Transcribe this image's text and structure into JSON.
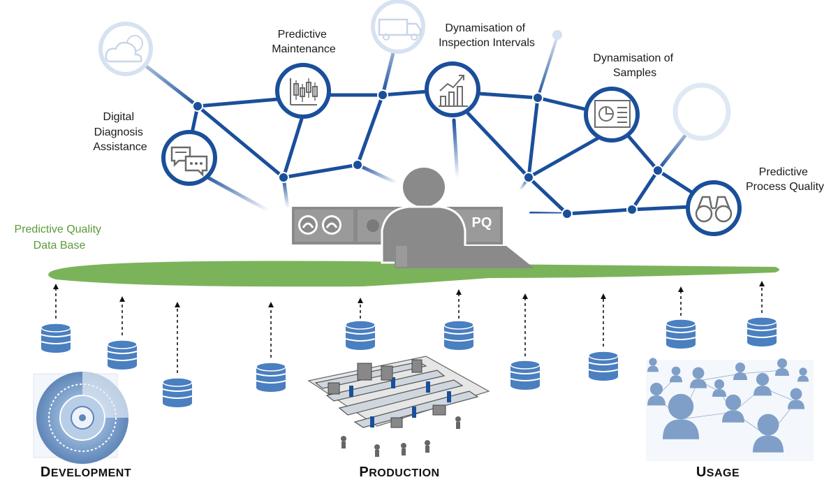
{
  "nodes": {
    "digital_diagnosis": [
      "Digital",
      "Diagnosis",
      "Assistance"
    ],
    "predictive_maintenance": [
      "Predictive",
      "Maintenance"
    ],
    "dynamisation_inspection": [
      "Dynamisation of",
      "Inspection Intervals"
    ],
    "dynamisation_samples": [
      "Dynamisation of",
      "Samples"
    ],
    "predictive_process_quality": [
      "Predictive",
      "Process Quality"
    ]
  },
  "database": {
    "label": [
      "Predictive Quality",
      "Data Base"
    ]
  },
  "terminal": {
    "label": "PQ"
  },
  "sections": {
    "development": {
      "first": "D",
      "rest": "EVELOPMENT"
    },
    "production": {
      "first": "P",
      "rest": "RODUCTION"
    },
    "usage": {
      "first": "U",
      "rest": "SAGE"
    }
  },
  "colors": {
    "network_blue": "#1a4f9a",
    "database_green": "#7bb35a",
    "cylinder_blue": "#4a7fc0",
    "terminal_gray": "#8a8a8a",
    "label_green": "#5a9a3a"
  },
  "icons": [
    "chat-bubbles-icon",
    "candlestick-chart-icon",
    "bar-chart-rising-icon",
    "report-document-icon",
    "binoculars-icon",
    "cloud-sun-icon",
    "truck-icon"
  ]
}
